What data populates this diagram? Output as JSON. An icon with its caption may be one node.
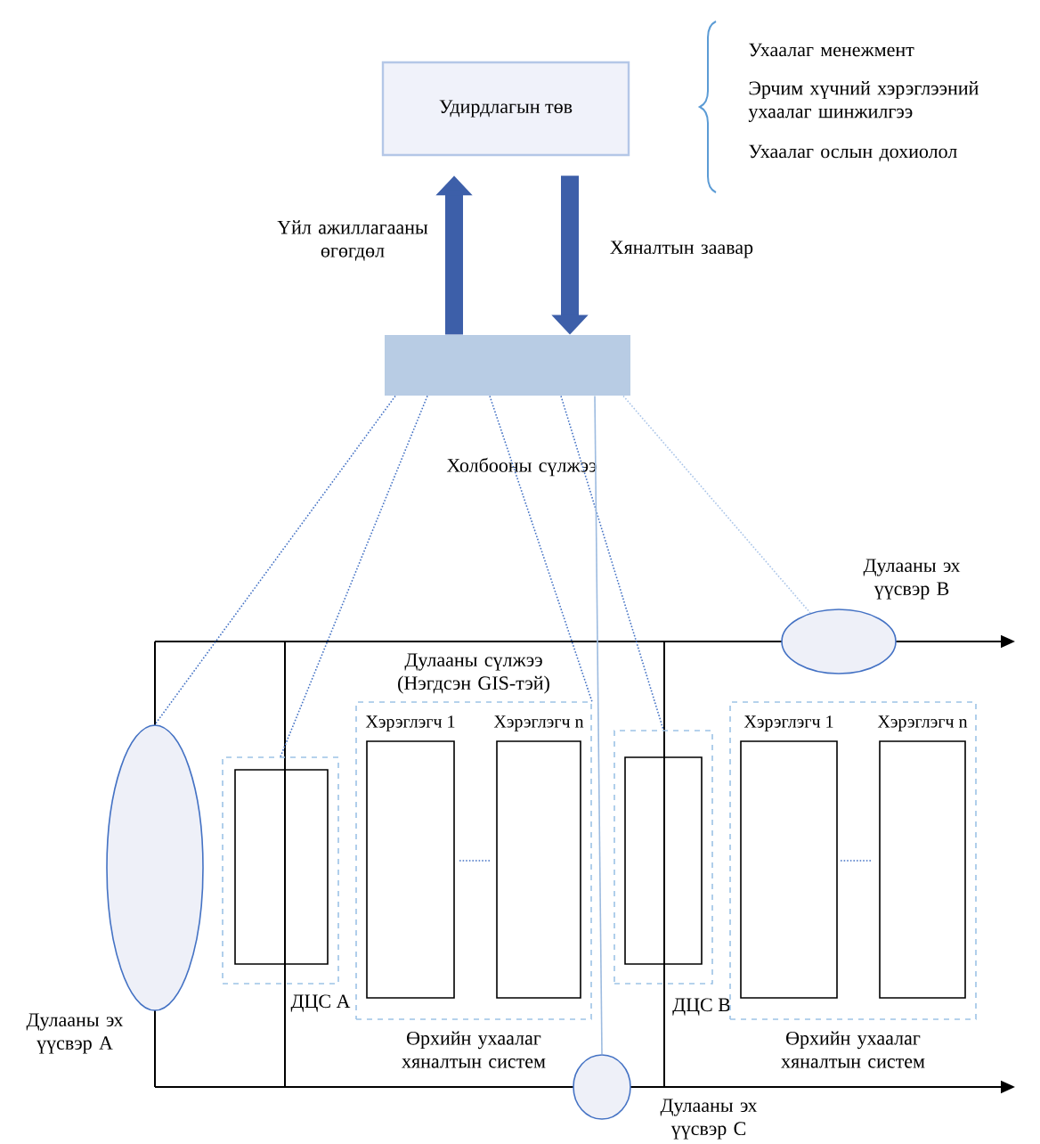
{
  "diagram": {
    "nodes": [
      {
        "text": [
          "Удирдлагын төв"
        ]
      },
      {
        "text": [],
        "shape": "box",
        "beside": [
          "Холбооны сүлжээ"
        ]
      },
      {
        "text": [],
        "shape": "ellipse",
        "beside": [
          "Дулааны эх үүсвэр А"
        ]
      },
      {
        "text": [],
        "shape": "ellipse",
        "beside": [
          "Дулааны эх үүсвэр В"
        ]
      },
      {
        "text": [],
        "shape": "ellipse",
        "beside": [
          "Дулааны эх үүсвэр С"
        ]
      },
      {
        "text": [
          "ДЦС А"
        ]
      },
      {
        "text": [
          "ДЦС В"
        ]
      },
      {
        "text": [
          "Өрхийн ухаалаг хяналтын систем"
        ]
      },
      {
        "text": [
          "Хэрэглэгч 1"
        ],
        "in": 7
      },
      {
        "text": [
          "Хэрэглэгч n"
        ],
        "in": 7
      },
      {
        "text": [
          "Өрхийн ухаалаг хяналтын систем"
        ]
      },
      {
        "text": [
          "Хэрэглэгч 1"
        ],
        "in": 10
      },
      {
        "text": [
          "Хэрэглэгч n"
        ],
        "in": 10
      }
    ],
    "edges": [
      {
        "from": 1,
        "to": 0,
        "arrow": "to",
        "label": "Үйл ажиллагааны өгөгдөл",
        "style": "thick",
        "color": "#3d5fa9"
      },
      {
        "from": 0,
        "to": 1,
        "arrow": "to",
        "label": "Хяналтын заавар",
        "style": "thick",
        "color": "#3d5fa9"
      },
      {
        "from": 1,
        "to": 2,
        "arrow": "none",
        "style": "dashed"
      },
      {
        "from": 1,
        "to": 5,
        "arrow": "none",
        "style": "dashed"
      },
      {
        "from": 1,
        "to": 7,
        "arrow": "none",
        "style": "dashed"
      },
      {
        "from": 1,
        "to": 6,
        "arrow": "none",
        "style": "dashed"
      },
      {
        "from": 1,
        "to": 4,
        "arrow": "none",
        "color": "#9dbbe0"
      },
      {
        "from": 1,
        "to": 3,
        "arrow": "none",
        "style": "dashed",
        "color": "#a9c4e8"
      }
    ],
    "labels": [
      "Ухаалаг менежмент",
      "Эрчим хүчний хэрэглээний ухаалаг шинжилгээ",
      "Ухаалаг ослын дохиолол",
      "Дулааны сүлжээ (Нэгдсэн GIS-тэй)"
    ]
  }
}
